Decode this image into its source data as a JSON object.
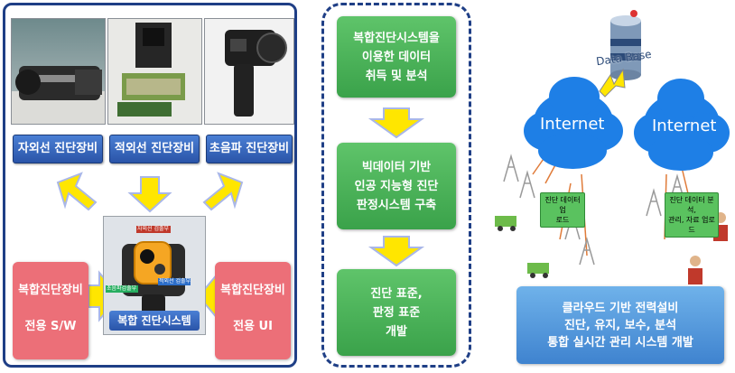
{
  "left": {
    "equipment": [
      {
        "label": "자외선 진단장비"
      },
      {
        "label": "적외선 진단장비"
      },
      {
        "label": "초음파 진단장비"
      }
    ],
    "sw_box": {
      "line1": "복합진단장비",
      "line2": "전용 S/W"
    },
    "ui_box": {
      "line1": "복합진단장비",
      "line2": "전용 UI"
    },
    "system_label": "복합 진단시스템",
    "device_callouts": [
      "자외선 검출부",
      "초음파검출부",
      "적외선 검출부"
    ]
  },
  "middle": {
    "steps": [
      {
        "lines": [
          "복합진단시스템을",
          "이용한 데이터",
          "취득 및 분석"
        ]
      },
      {
        "lines": [
          "빅데이터 기반",
          "인공 지능형 진단",
          "판정시스템 구축"
        ]
      },
      {
        "lines": [
          "진단 표준,",
          "판정 표준",
          "개발"
        ]
      }
    ]
  },
  "right": {
    "database_label": "Data Base",
    "cloud_left": "Internet",
    "cloud_right": "Internet",
    "upload_left": [
      "진단 데이터 업",
      "로드"
    ],
    "upload_right": [
      "진단 데이터 분석,",
      "관리, 자료 업로드"
    ],
    "bottom_lines": [
      "클라우드 기반 전력설비",
      "진단, 유지, 보수, 분석",
      "통합 실시간 관리 시스템 개발"
    ]
  },
  "colors": {
    "navy": "#1f3f86",
    "arrow_yellow": "#ffe600",
    "arrow_outline": "#a9b7e8",
    "green": "#3aa24a",
    "pink": "#ec6f78",
    "blue": "#3f83cf",
    "cloud": "#1e7fe6"
  }
}
